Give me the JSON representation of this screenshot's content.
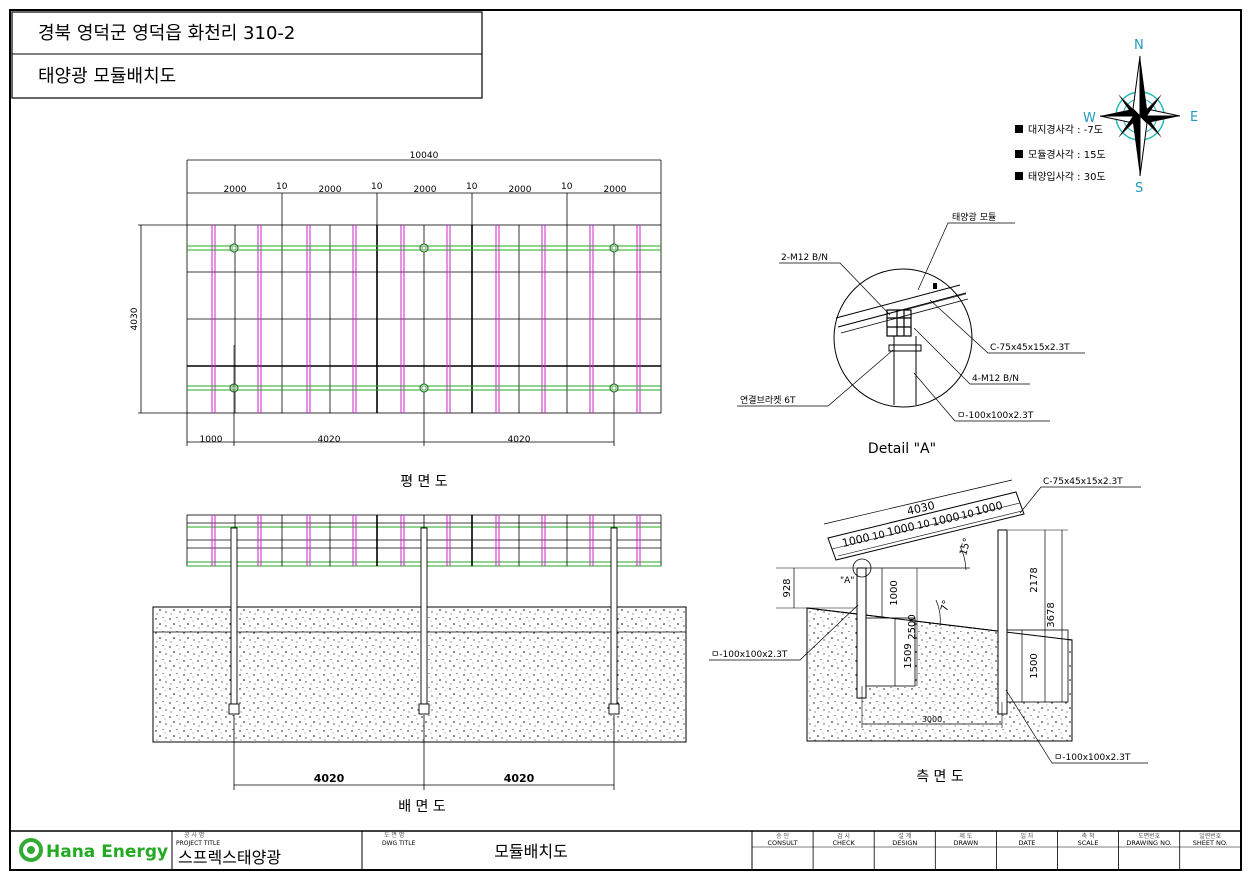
{
  "header": {
    "address": "경북 영덕군 영덕읍 화천리 310-2",
    "title": "태양광 모듈배치도"
  },
  "compass": {
    "n": "N",
    "e": "E",
    "s": "S",
    "w": "W"
  },
  "angles": [
    "대지경사각 : -7도",
    "모듈경사각 : 15도",
    "태양입사각 : 30도"
  ],
  "plan": {
    "caption": "평 면 도",
    "total_width": "10040",
    "panel_width": "2000",
    "gap": "10",
    "height": "4030",
    "bottom_dims": [
      "1000",
      "4020",
      "4020"
    ]
  },
  "detail": {
    "caption": "Detail \"A\"",
    "module_label": "태양광 모듈",
    "bolt1": "2-M12 B/N",
    "channel": "C-75x45x15x2.3T",
    "bolt2": "4-M12 B/N",
    "bracket": "연결브라켓 6T",
    "post": "ㅁ-100x100x2.3T"
  },
  "rear": {
    "caption": "배 면 도",
    "dims": [
      "4020",
      "4020"
    ]
  },
  "side": {
    "caption": "측 면 도",
    "channel": "C-75x45x15x2.3T",
    "module_len": "4030",
    "segments": [
      "1000",
      "10",
      "1000",
      "10",
      "1000",
      "10",
      "1000"
    ],
    "angle_module": "15°",
    "angle_ground": "7°",
    "marker_a": "\"A\"",
    "dim_928": "928",
    "dim_1000": "1000",
    "dim_2500": "2500",
    "dim_1509": "1509",
    "dim_2178": "2178",
    "dim_3678": "3678",
    "dim_1500": "1500",
    "dim_3000": "3000",
    "post_left": "ㅁ-100x100x2.3T",
    "post_right": "ㅁ-100x100x2.3T"
  },
  "titleblock": {
    "company": "Hana Energy",
    "project_kr": "공 사 명",
    "project_en": "PROJECT TITLE",
    "project_name": "스프렉스태양광",
    "dwg_kr": "도 면 명",
    "dwg_en": "DWG TITLE",
    "dwg_name": "모듈배치도",
    "cells": [
      {
        "kr": "승 인",
        "en": "CONSULT"
      },
      {
        "kr": "검 사",
        "en": "CHECK"
      },
      {
        "kr": "설 계",
        "en": "DESIGN"
      },
      {
        "kr": "제 도",
        "en": "DRAWN"
      },
      {
        "kr": "일 자",
        "en": "DATE"
      },
      {
        "kr": "축 척",
        "en": "SCALE"
      },
      {
        "kr": "도면번호",
        "en": "DRAWING NO."
      },
      {
        "kr": "일련번호",
        "en": "SHEET NO."
      }
    ]
  }
}
